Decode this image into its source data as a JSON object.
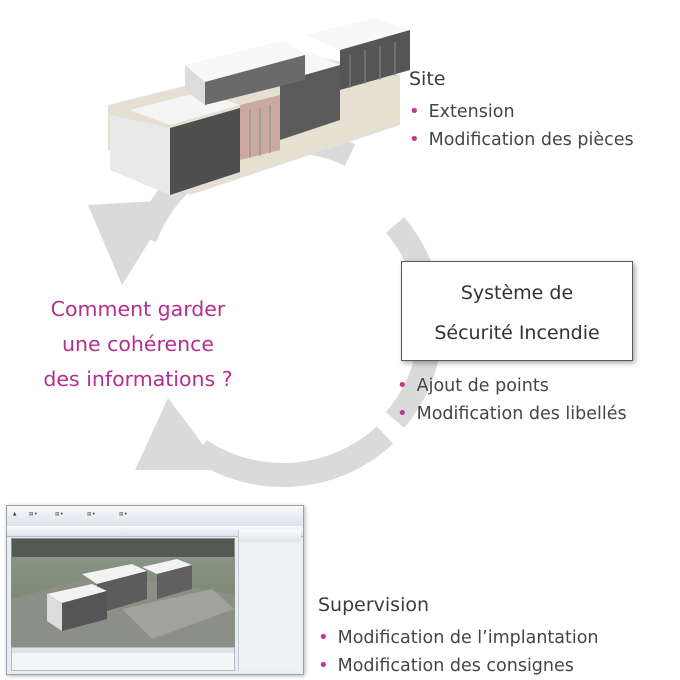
{
  "site": {
    "title": "Site",
    "bullets": [
      "Extension",
      "Modification des pièces"
    ]
  },
  "ssi": {
    "line1": "Système de",
    "line2": "Sécurité Incendie",
    "bullets": [
      "Ajout de points",
      "Modification des libellés"
    ]
  },
  "question": {
    "line1": "Comment garder",
    "line2": "une cohérence",
    "line3": "des informations ?"
  },
  "supervision": {
    "title": "Supervision",
    "bullets": [
      "Modification de l’implantation",
      "Modification des consignes"
    ]
  },
  "colors": {
    "accent": "#c6358f",
    "question": "#b32e8f",
    "cycle_arrow": "#d9d9d9"
  }
}
